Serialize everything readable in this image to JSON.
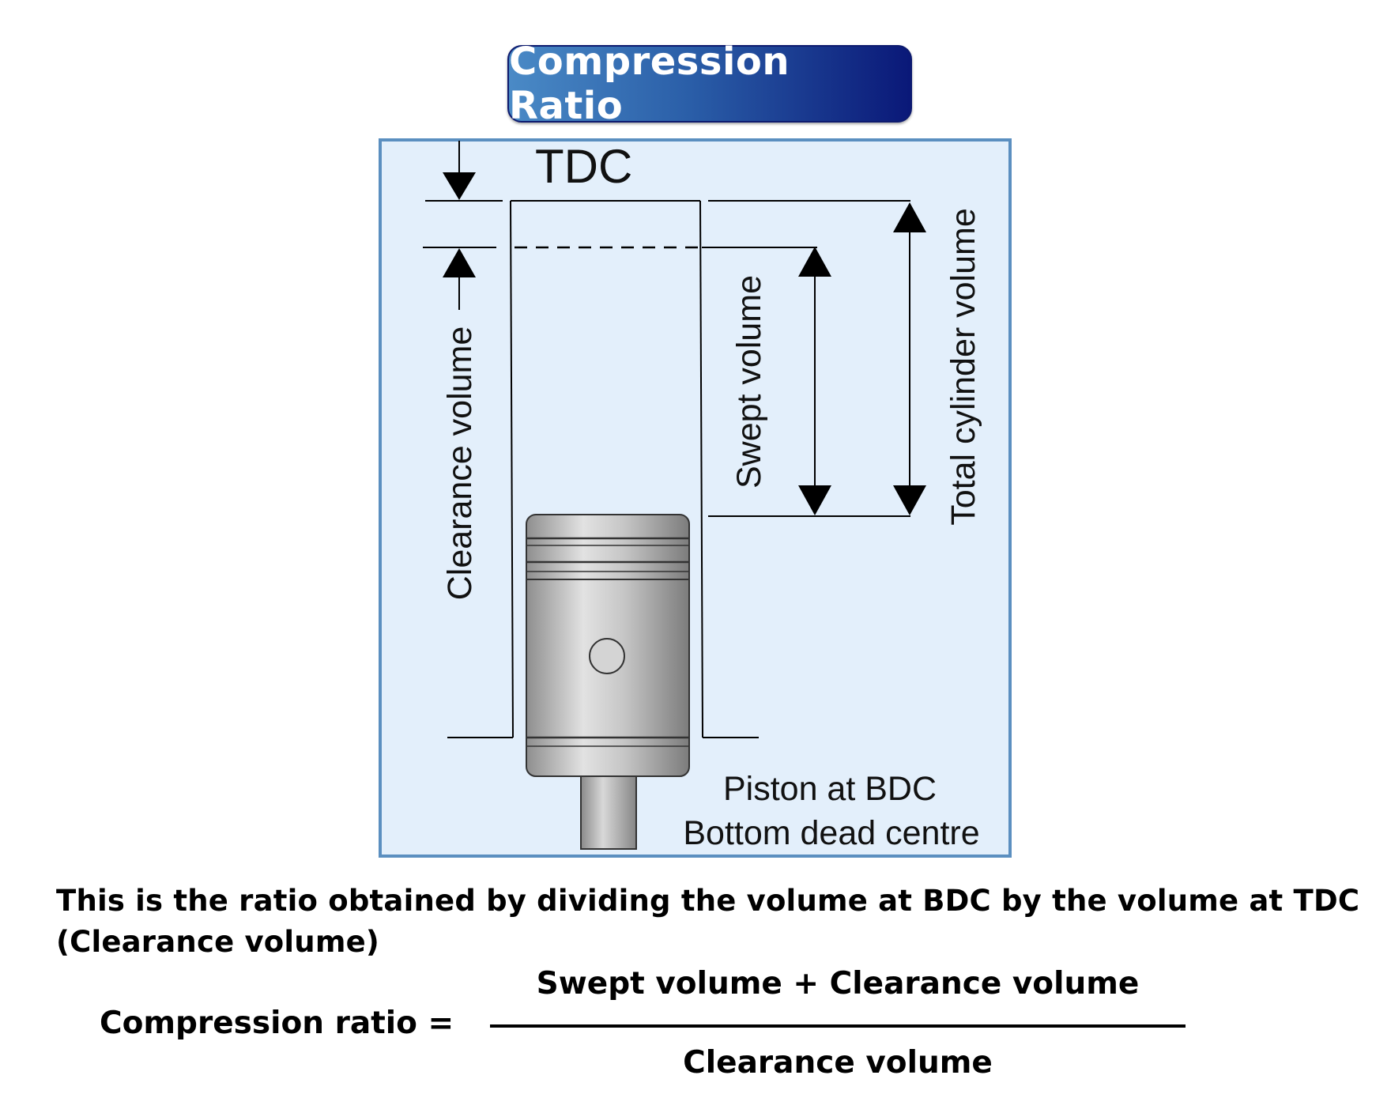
{
  "title": "Compression Ratio",
  "diagram": {
    "tdc_label": "TDC",
    "clearance_label": "Clearance volume",
    "swept_label": "Swept volume",
    "total_label": "Total cylinder volume",
    "bdc_line1": "Piston at BDC",
    "bdc_line2": "Bottom dead centre"
  },
  "description": "This is the ratio obtained by dividing the volume at BDC by the volume at TDC (Clearance volume)",
  "formula": {
    "lhs": "Compression ratio =",
    "numerator": "Swept volume + Clearance volume",
    "denominator": "Clearance volume"
  },
  "colors": {
    "title_gradient_start": "#4a8ac6",
    "title_gradient_end": "#0a1878",
    "panel_fill": "#e3effb",
    "panel_border": "#5b8fc0"
  }
}
